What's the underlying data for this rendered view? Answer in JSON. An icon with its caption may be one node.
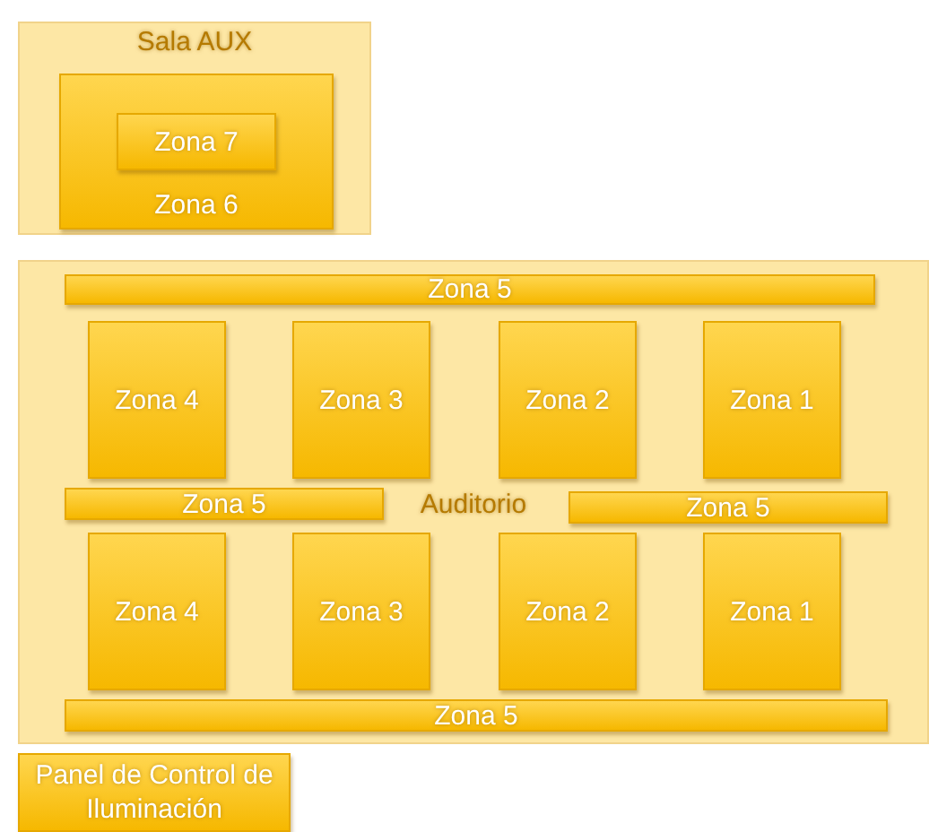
{
  "diagram": {
    "nodes": [
      {
        "text": [
          "Sala AUX"
        ]
      },
      {
        "text": [
          "Zona 6"
        ],
        "in": 0
      },
      {
        "text": [
          "Zona 7"
        ],
        "in": 1
      },
      {
        "text": [
          "Auditorio"
        ]
      },
      {
        "text": [
          "Zona 5"
        ],
        "in": 3
      },
      {
        "text": [
          "Zona 4"
        ],
        "in": 3
      },
      {
        "text": [
          "Zona 3"
        ],
        "in": 3
      },
      {
        "text": [
          "Zona 2"
        ],
        "in": 3
      },
      {
        "text": [
          "Zona 1"
        ],
        "in": 3
      },
      {
        "text": [
          "Zona 5"
        ],
        "in": 3
      },
      {
        "text": [
          "Zona 5"
        ],
        "in": 3
      },
      {
        "text": [
          "Zona 4"
        ],
        "in": 3
      },
      {
        "text": [
          "Zona 3"
        ],
        "in": 3
      },
      {
        "text": [
          "Zona 2"
        ],
        "in": 3
      },
      {
        "text": [
          "Zona 1"
        ],
        "in": 3
      },
      {
        "text": [
          "Zona 5"
        ],
        "in": 3
      },
      {
        "text": [
          "Panel de Control de Iluminación"
        ]
      }
    ]
  }
}
